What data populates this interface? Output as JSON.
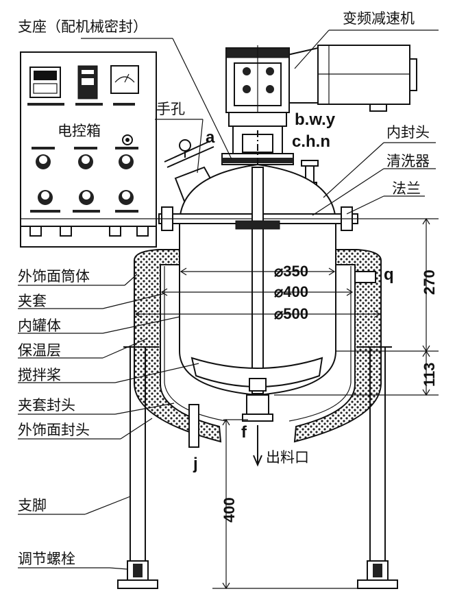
{
  "labels": {
    "support_seat": "支座（配机械密封）",
    "gear_motor": "变频减速机",
    "hand_hole": "手孔",
    "control_box": "电控箱",
    "inner_head": "内封头",
    "cleaner": "清洗器",
    "flange": "法兰",
    "outer_shell": "外饰面筒体",
    "jacket": "夹套",
    "inner_tank": "内罐体",
    "insulation": "保温层",
    "agitator": "搅拌桨",
    "jacket_head": "夹套封头",
    "outer_head": "外饰面封头",
    "legs": "支脚",
    "adjust_bolt": "调节螺栓",
    "outlet": "出料口"
  },
  "codes": {
    "a": "a",
    "bwy": "b.w.y",
    "chn": "c.h.n",
    "q": "q",
    "f": "f",
    "j": "j"
  },
  "dimensions": {
    "d350": "⌀350",
    "d400": "⌀400",
    "d500": "⌀500",
    "h270": "270",
    "h113": "113",
    "h400": "400"
  },
  "colors": {
    "line": "#111111",
    "insulation_fill": "#8c8c8c",
    "background": "#ffffff"
  }
}
